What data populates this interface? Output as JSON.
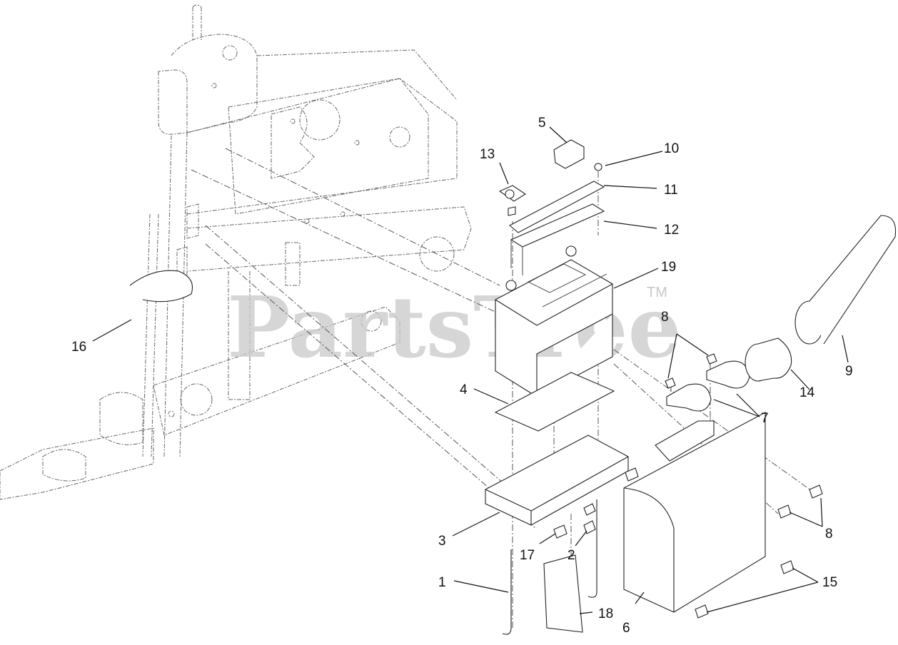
{
  "watermark": {
    "brand": "PartsTree",
    "trademark": "TM"
  },
  "callouts": [
    {
      "id": "c1",
      "label": "1"
    },
    {
      "id": "c2",
      "label": "2"
    },
    {
      "id": "c3",
      "label": "3"
    },
    {
      "id": "c4",
      "label": "4"
    },
    {
      "id": "c5",
      "label": "5"
    },
    {
      "id": "c6",
      "label": "6"
    },
    {
      "id": "c7",
      "label": "7"
    },
    {
      "id": "c8a",
      "label": "8"
    },
    {
      "id": "c8b",
      "label": "8"
    },
    {
      "id": "c9",
      "label": "9"
    },
    {
      "id": "c10",
      "label": "10"
    },
    {
      "id": "c11",
      "label": "11"
    },
    {
      "id": "c12",
      "label": "12"
    },
    {
      "id": "c13",
      "label": "13"
    },
    {
      "id": "c14",
      "label": "14"
    },
    {
      "id": "c15",
      "label": "15"
    },
    {
      "id": "c16",
      "label": "16"
    },
    {
      "id": "c17",
      "label": "17"
    },
    {
      "id": "c18",
      "label": "18"
    },
    {
      "id": "c19",
      "label": "19"
    }
  ]
}
